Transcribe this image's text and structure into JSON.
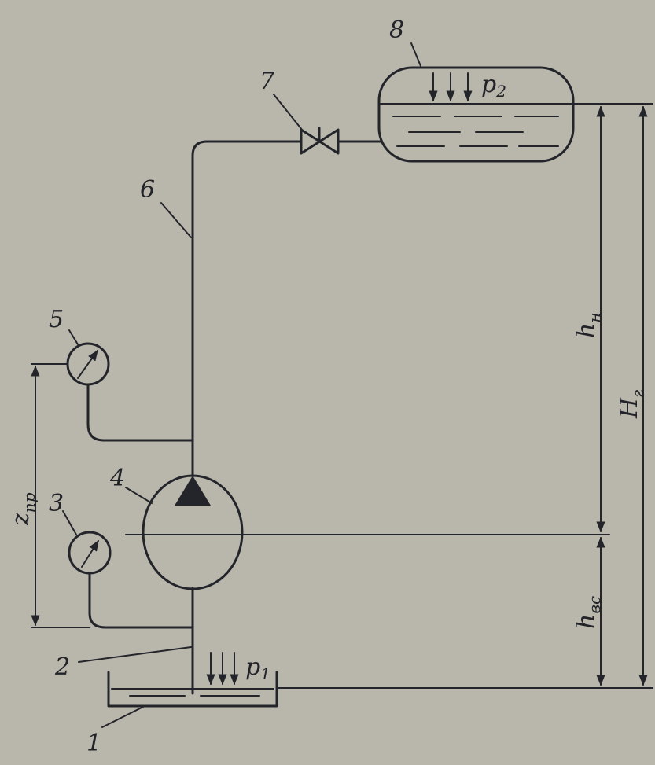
{
  "labels": {
    "n1": "1",
    "n2": "2",
    "n3": "3",
    "n4": "4",
    "n5": "5",
    "n6": "6",
    "n7": "7",
    "n8": "8",
    "p1_main": "p",
    "p1_sub": "1",
    "p2_main": "p",
    "p2_sub": "2",
    "hn_main": "h",
    "hn_sub": "н",
    "hvs_main": "h",
    "hvs_sub": "вс",
    "Hg_main": "H",
    "Hg_sub": "г",
    "zpr_main": "z",
    "zpr_sub": "пр"
  }
}
